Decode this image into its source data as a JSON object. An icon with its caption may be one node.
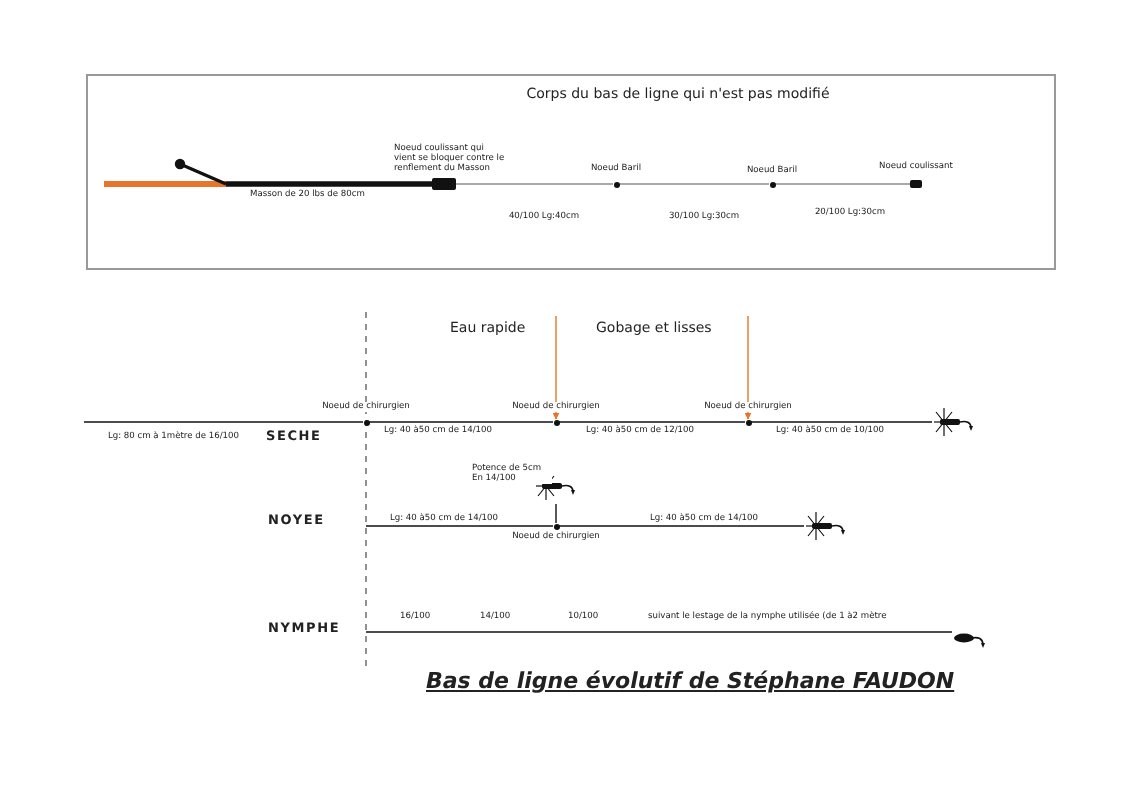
{
  "diagram": {
    "title": "Bas de ligne évolutif de Stéphane FAUDON",
    "nodes": [
      {
        "text": [
          "Corps du bas de ligne qui n'est pas modifié"
        ]
      },
      {
        "text": [],
        "shape": "box",
        "in": 0,
        "beside": [
          "Noeud coulissant qui vient se bloquer contre le renflement du Masson"
        ]
      },
      {
        "text": [],
        "shape": "circle",
        "in": 0,
        "beside": [
          "Noeud Baril"
        ]
      },
      {
        "text": [],
        "shape": "circle",
        "in": 0,
        "beside": [
          "Noeud Baril"
        ]
      },
      {
        "text": [],
        "shape": "box",
        "in": 0,
        "beside": [
          "Noeud coulissant"
        ]
      },
      {
        "text": [],
        "shape": "circle",
        "beside": [
          "Noeud de chirurgien"
        ]
      },
      {
        "text": [],
        "shape": "circle",
        "beside": [
          "Noeud de chirurgien"
        ]
      },
      {
        "text": [],
        "shape": "circle",
        "beside": [
          "Noeud de chirurgien"
        ]
      },
      {
        "text": [],
        "shape": "picture"
      },
      {
        "text": [],
        "shape": "picture",
        "beside": [
          "Potence de 5cm En 14/100"
        ]
      },
      {
        "text": [],
        "shape": "circle",
        "beside": [
          "Noeud de chirurgien"
        ]
      },
      {
        "text": [],
        "shape": "picture"
      },
      {
        "text": [],
        "shape": "picture"
      }
    ],
    "edges": [
      {
        "from": null,
        "to": 1,
        "arrow": "none",
        "style": "thick"
      },
      {
        "from": 1,
        "to": 2,
        "arrow": "none",
        "color": "#8c8c8c"
      },
      {
        "from": 2,
        "to": 3,
        "arrow": "none",
        "color": "#8c8c8c"
      },
      {
        "from": 3,
        "to": 4,
        "arrow": "none",
        "color": "#8c8c8c"
      },
      {
        "from": null,
        "to": 5,
        "arrow": "none"
      },
      {
        "from": 5,
        "to": 6,
        "arrow": "none"
      },
      {
        "from": 6,
        "to": 7,
        "arrow": "none"
      },
      {
        "from": 7,
        "to": 8,
        "arrow": "none"
      },
      {
        "from": null,
        "to": 6,
        "arrow": "to",
        "color": "#e8752a"
      },
      {
        "from": null,
        "to": 7,
        "arrow": "to",
        "color": "#e8752a"
      },
      {
        "from": null,
        "to": 10,
        "arrow": "none"
      },
      {
        "from": 10,
        "to": 11,
        "arrow": "none"
      },
      {
        "from": 10,
        "to": 9,
        "arrow": "none"
      },
      {
        "from": null,
        "to": 12,
        "arrow": "none"
      }
    ],
    "labels": [
      "Masson de 20 lbs de 80cm",
      "40/100 Lg:40cm",
      "30/100 Lg:30cm",
      "20/100 Lg:30cm",
      "Eau rapide",
      "Gobage et lisses",
      "Lg: 80 cm à 1mètre de 16/100",
      "SECHE",
      "Lg: 40 à50 cm de 14/100",
      "Lg: 40 à50 cm de 12/100",
      "Lg: 40 à50 cm de 10/100",
      "NOYEE",
      "Lg: 40 à50 cm de 14/100",
      "Lg: 40 à50 cm de 14/100",
      "NYMPHE",
      "16/100",
      "14/100",
      "10/100",
      "suivant le lestage de la nymphe utilisée  (de 1 à2 mètre"
    ]
  }
}
